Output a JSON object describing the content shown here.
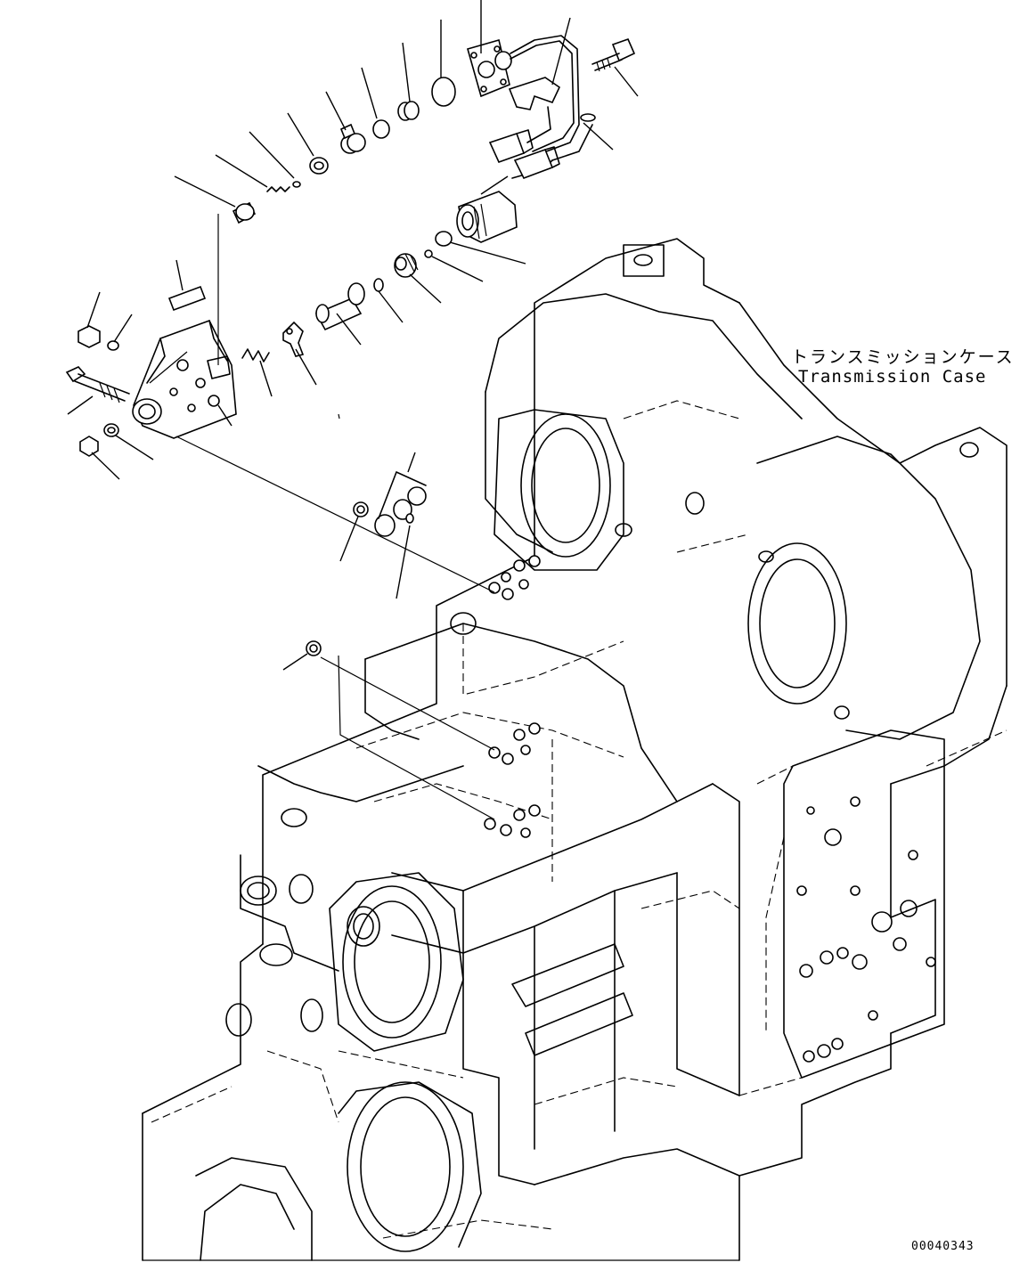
{
  "case_label": {
    "jp": "トランスミッションケース",
    "en": "Transmission Case"
  },
  "figure_number": "00040343"
}
